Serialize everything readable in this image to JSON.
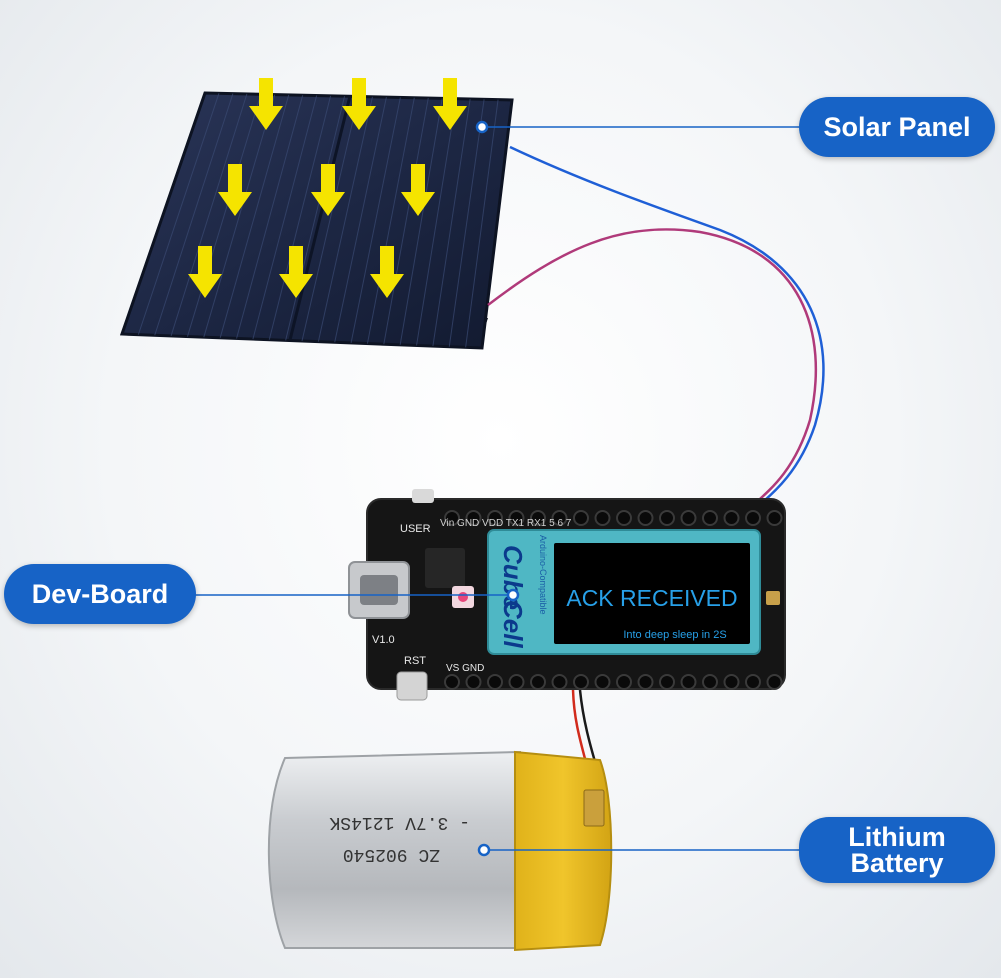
{
  "labels": {
    "solar_panel": "Solar Panel",
    "dev_board": "Dev-Board",
    "lithium_battery_line1": "Lithium",
    "lithium_battery_line2": "Battery"
  },
  "board": {
    "brand_top": "Cube",
    "brand_bottom": "Cell",
    "side_text": "Arduino-Compatible",
    "version": "V1.0",
    "user_button_label": "USER",
    "reset_button_label": "RST",
    "vs_gnd": "VS GND",
    "pin_header_top": "Vin GND VDD TX1 RX1  5  6  7",
    "display": {
      "headline": "ACK RECEIVED",
      "subline": "Into deep sleep in 2S"
    }
  },
  "battery": {
    "print_line1": "- 3.7V 1214SK",
    "print_line2": "ZC 902540"
  },
  "colors": {
    "label_bg": "#1763c6",
    "arrow": "#f5e400",
    "leader_line": "#1763c6",
    "display_bg": "#000000",
    "display_frame": "#4fb7c4",
    "display_text": "#27a0e8"
  }
}
